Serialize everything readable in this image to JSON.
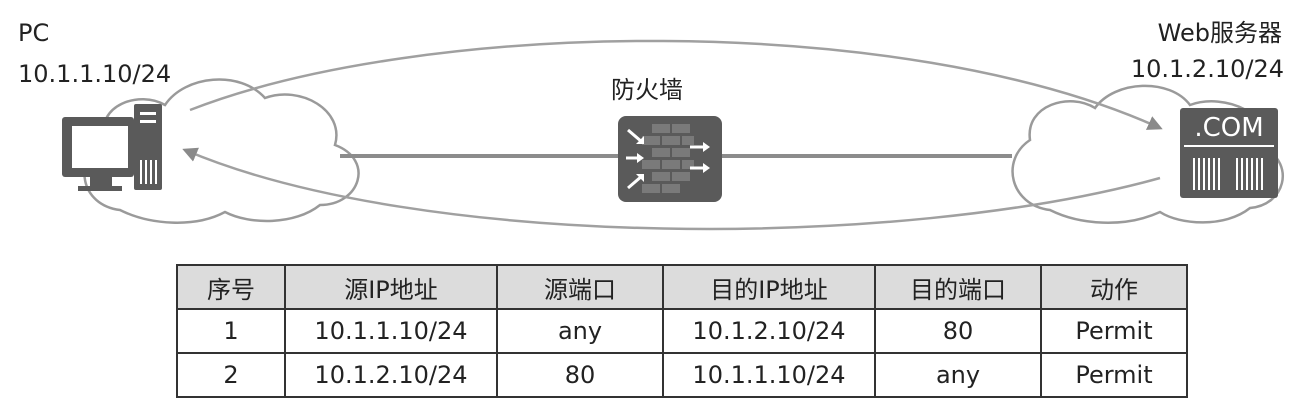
{
  "diagram": {
    "pc_label": "PC",
    "pc_ip": "10.1.1.10/24",
    "firewall_label": "防火墙",
    "server_label": "Web服务器",
    "server_ip": "10.1.2.10/24",
    "server_badge": ".COM"
  },
  "table": {
    "headers": [
      "序号",
      "源IP地址",
      "源端口",
      "目的IP地址",
      "目的端口",
      "动作"
    ],
    "rows": [
      [
        "1",
        "10.1.1.10/24",
        "any",
        "10.1.2.10/24",
        "80",
        "Permit"
      ],
      [
        "2",
        "10.1.2.10/24",
        "80",
        "10.1.1.10/24",
        "any",
        "Permit"
      ]
    ]
  },
  "colors": {
    "icon_gray": "#5a5a5a",
    "line_gray": "#8c8c8c",
    "flow_gray": "#a0a0a0",
    "header_bg": "#dcdcdc"
  }
}
